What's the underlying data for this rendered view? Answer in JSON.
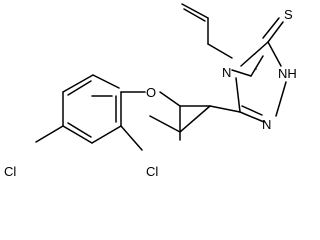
{
  "molecule": {
    "atoms": {
      "sulfur": "S",
      "thione_n": "N",
      "nh": "NH",
      "ring_n_lower": "N",
      "ether_o": "O",
      "chloro_para": "Cl",
      "chloro_ortho": "Cl"
    }
  },
  "colors": {
    "bond": "#000000",
    "label": "#000000",
    "background": "#ffffff"
  }
}
